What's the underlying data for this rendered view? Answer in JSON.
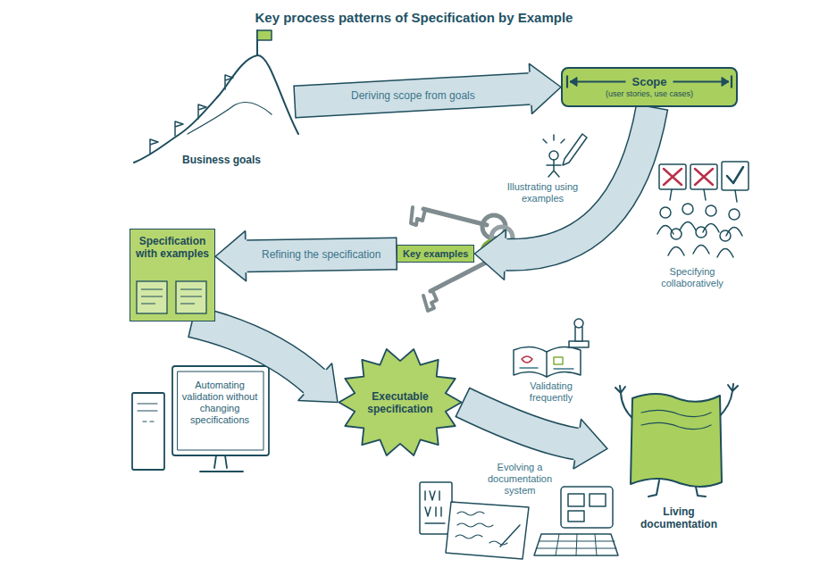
{
  "diagram": {
    "title": "Key process patterns of Specification by Example",
    "nodes": [
      {
        "text": [
          "Business goals"
        ]
      },
      {
        "text": [
          "Scope",
          "(user stories, use cases)"
        ]
      },
      {
        "text": [
          "Key examples"
        ]
      },
      {
        "text": [
          "Specification with examples"
        ]
      },
      {
        "text": [
          "Executable specification"
        ]
      },
      {
        "text": [
          "Living documentation"
        ]
      }
    ],
    "edges": [
      {
        "from": 0,
        "to": 1,
        "label": "Deriving scope from goals",
        "arrow": "to"
      },
      {
        "from": 1,
        "to": 2,
        "arrow": "to"
      },
      {
        "from": 2,
        "to": 3,
        "label": "Refining the specification",
        "arrow": "to"
      },
      {
        "from": 3,
        "to": 4,
        "arrow": "to"
      },
      {
        "from": 4,
        "to": 5,
        "arrow": "to"
      }
    ],
    "labels": [
      "Illustrating using examples",
      "Specifying collaboratively",
      "Automating validation without changing specifications",
      "Validating frequently",
      "Evolving a documentation system"
    ]
  }
}
